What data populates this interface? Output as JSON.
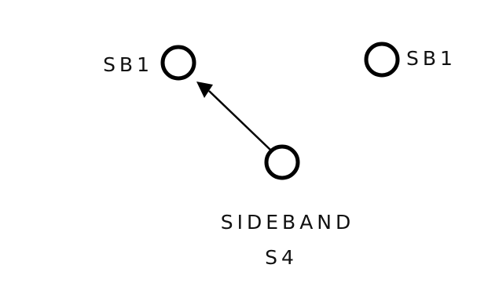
{
  "labels": {
    "left_switch": "SB1",
    "right_switch": "SB1",
    "sideband_line1": "SIDEBAND",
    "sideband_line2": "S4"
  },
  "colors": {
    "stroke": "#000000",
    "background": "#ffffff"
  }
}
